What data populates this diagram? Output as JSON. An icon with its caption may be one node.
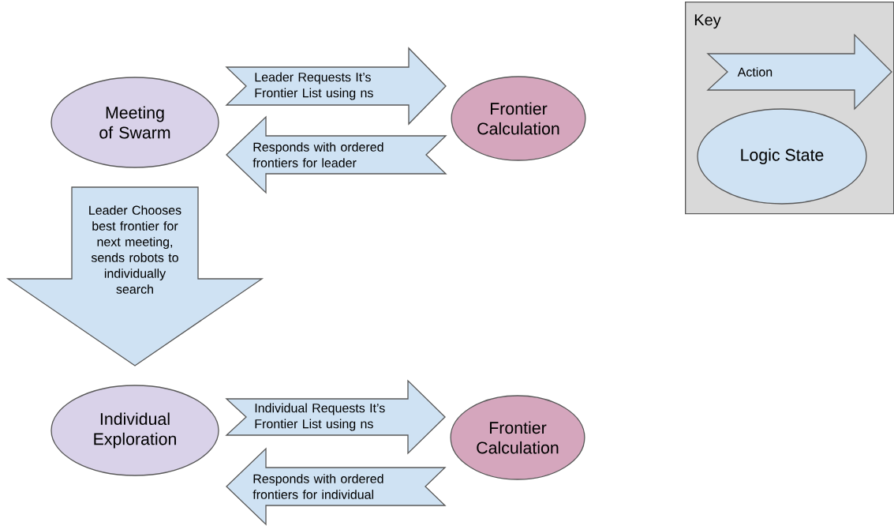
{
  "diagram": {
    "nodes": [
      {
        "text": [
          "Meeting of Swarm"
        ]
      },
      {
        "text": [
          "Frontier Calculation"
        ]
      },
      {
        "text": [
          "Individual Exploration"
        ]
      },
      {
        "text": [
          "Frontier Calculation"
        ]
      },
      {
        "text": [
          "Key"
        ]
      }
    ],
    "edges": [
      {
        "from": 0,
        "to": 1,
        "arrow": "to",
        "label": "Leader Requests It’s Frontier List using ns"
      },
      {
        "from": 1,
        "to": 0,
        "arrow": "to",
        "label": "Responds with ordered frontiers for leader"
      },
      {
        "from": 0,
        "to": 2,
        "arrow": "to",
        "label": "Leader Chooses best frontier for next meeting, sends robots to individually search"
      },
      {
        "from": 2,
        "to": 3,
        "arrow": "to",
        "label": "Individual Requests It’s Frontier List using ns"
      },
      {
        "from": 3,
        "to": 2,
        "arrow": "to",
        "label": "Responds with ordered frontiers for individual"
      }
    ],
    "legend": [
      {
        "text": "Action"
      },
      {
        "text": "Logic State"
      }
    ]
  }
}
